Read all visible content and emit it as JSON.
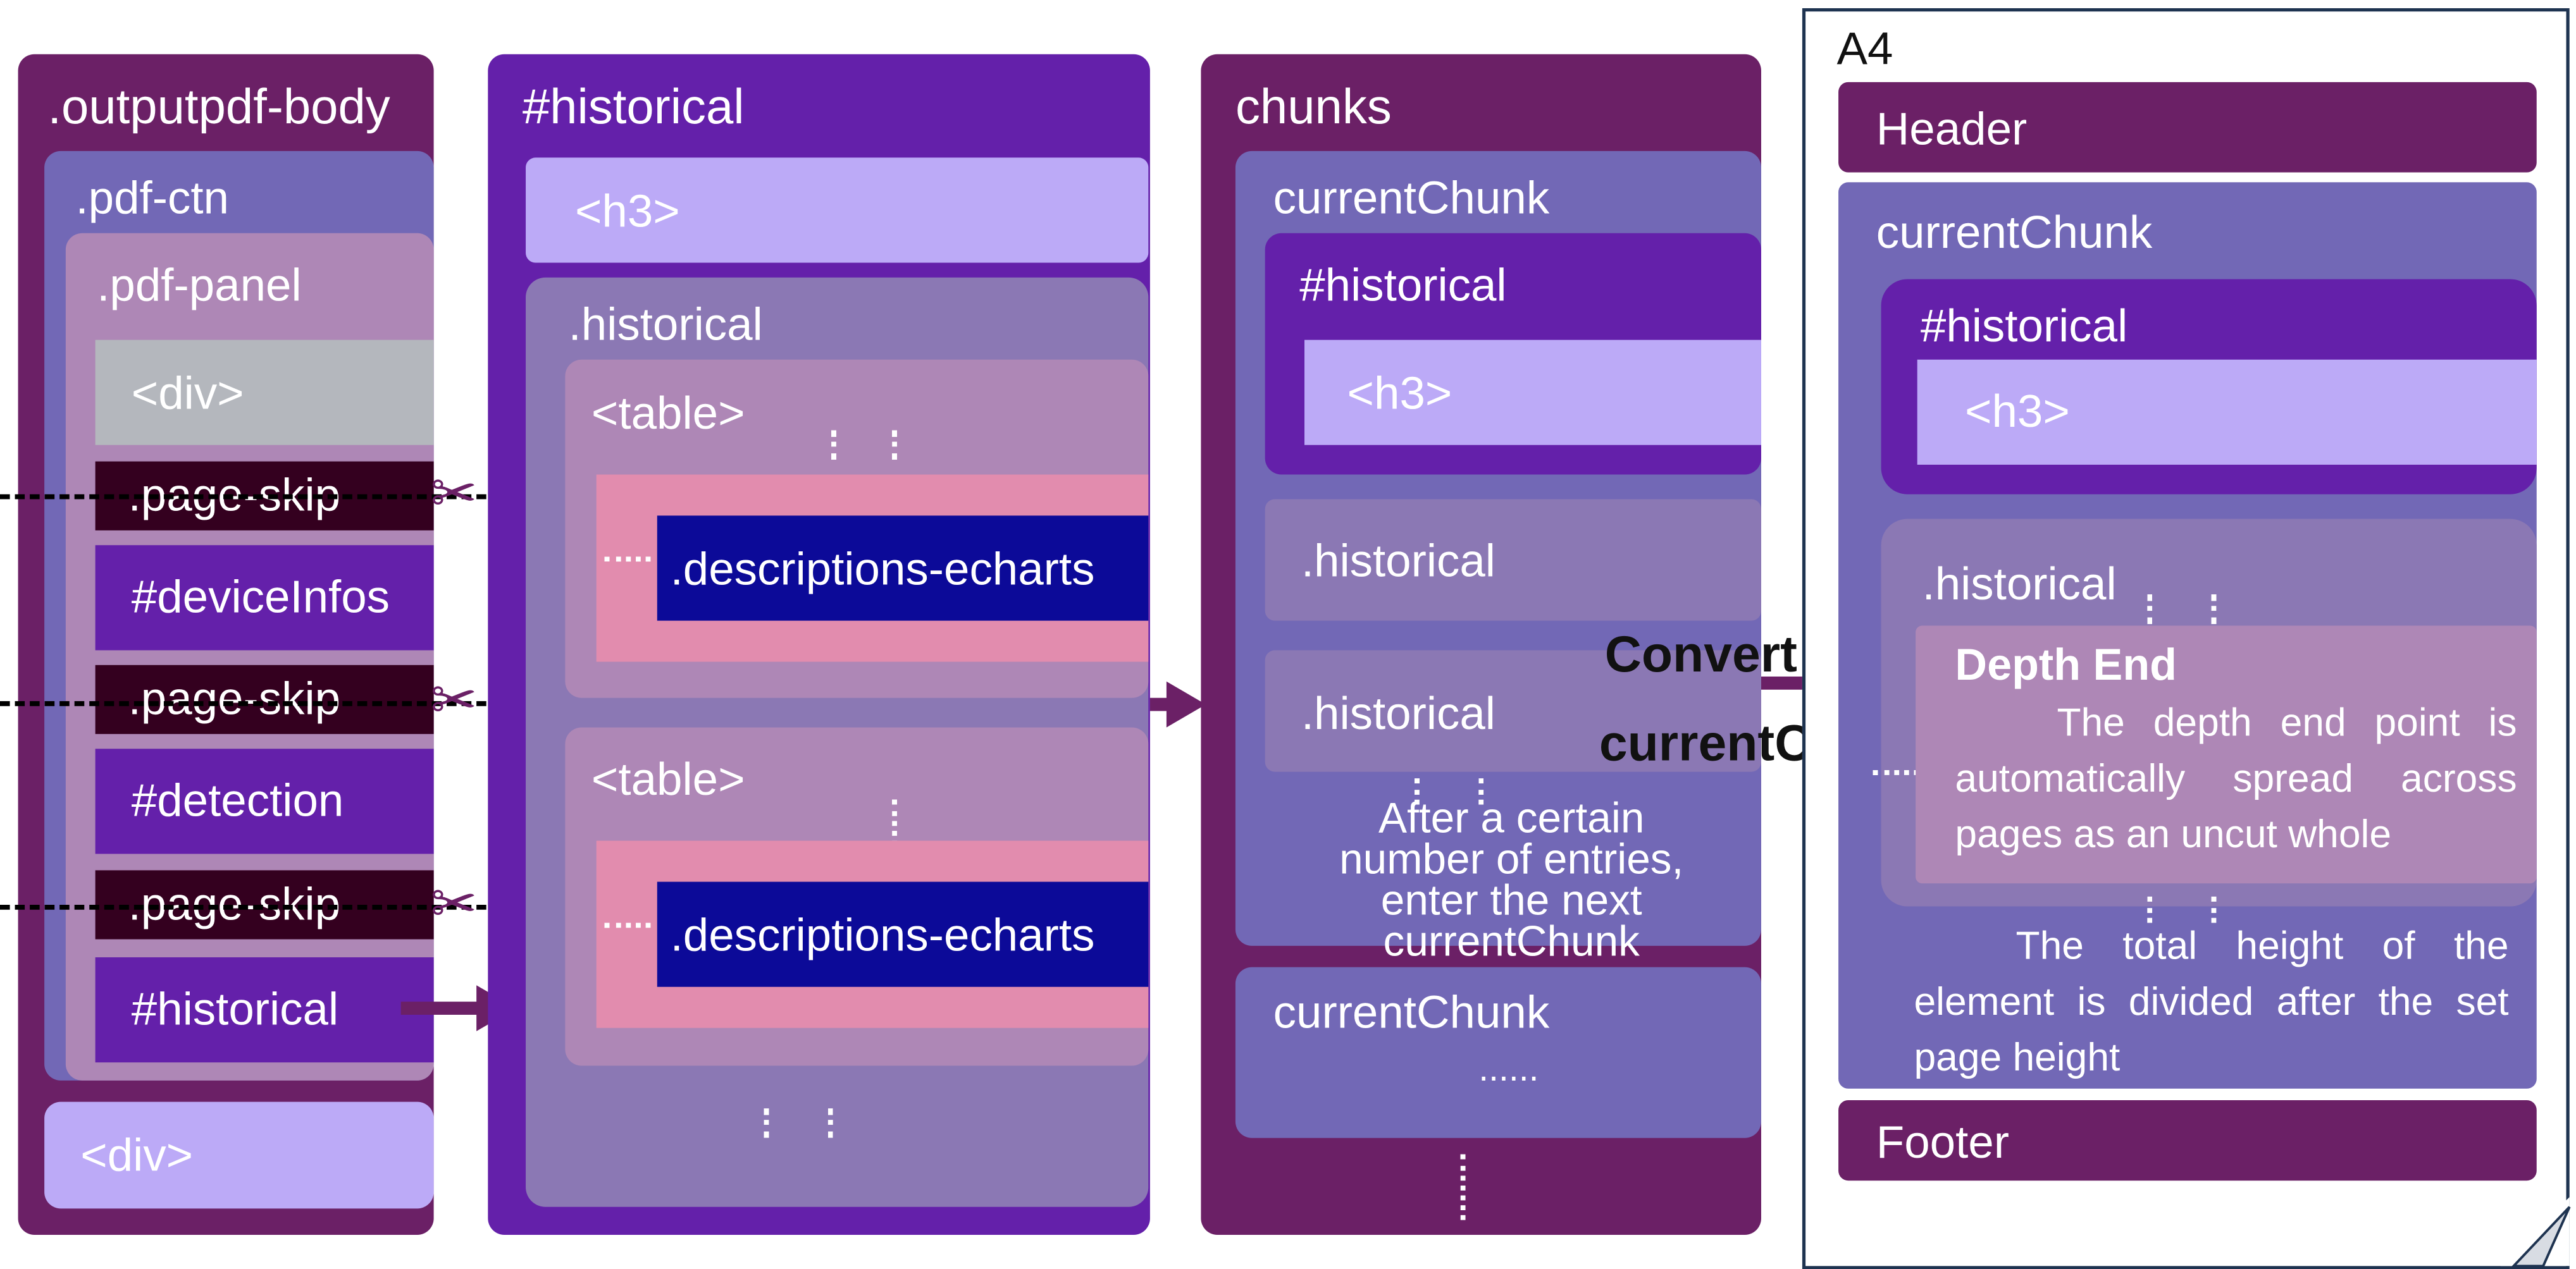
{
  "col1": {
    "title": ".outputpdf-body",
    "ctn": ".pdf-ctn",
    "panel": ".pdf-panel",
    "items": [
      "<div>",
      ".page-skip",
      "#deviceInfos",
      ".page-skip",
      "#detection",
      ".page-skip",
      "#historical"
    ],
    "bottom_div": "<div>"
  },
  "col2": {
    "title": "#historical",
    "h3": "<h3>",
    "historical": ".historical",
    "table1": "<table>",
    "echarts1": ".descriptions-echarts",
    "table2": "<table>",
    "echarts2": ".descriptions-echarts"
  },
  "col3": {
    "title": "chunks",
    "chunk1": "currentChunk",
    "hist_title": "#historical",
    "h3": "<h3>",
    "historical1": ".historical",
    "historical2": ".historical",
    "note": "After a certain\nnumber of entries,\nenter the next\ncurrentChunk",
    "chunk2": "currentChunk",
    "chunk2_dots": "......"
  },
  "convert_label": "Convert each\ncurrentChunk",
  "a4": {
    "page_label": "A4",
    "header": "Header",
    "chunk": "currentChunk",
    "hist_title": "#historical",
    "h3": "<h3>",
    "historical": ".historical",
    "depth_title": "Depth End",
    "depth_text": "The depth end point is automatically spread across pages as an uncut whole",
    "height_note": "The total height of the element is divided after the set page height",
    "footer": "Footer"
  },
  "colors": {
    "dark_plum": "#6b2066",
    "purple": "#6420aa",
    "lavender": "#bcaaf7",
    "slate_purple": "#7268b6",
    "mauve": "#8b78b4",
    "pink_mauve": "#ae87b6",
    "pink": "#e28cae",
    "navy": "#0c0a98",
    "gray": "#b4b7bd",
    "black_plum": "#34001f"
  },
  "icons": [
    "scissors-icon",
    "arrow-right-icon",
    "page-fold-icon"
  ]
}
